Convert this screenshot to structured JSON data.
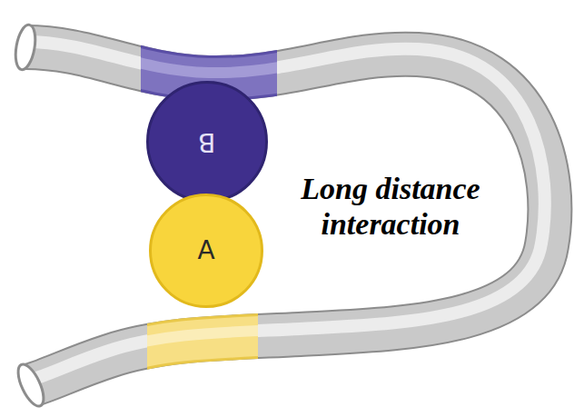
{
  "diagram": {
    "nodes": [
      {
        "text": [
          "B"
        ]
      },
      {
        "text": [
          "A"
        ]
      }
    ],
    "labels": [
      "Long distance interaction"
    ]
  }
}
